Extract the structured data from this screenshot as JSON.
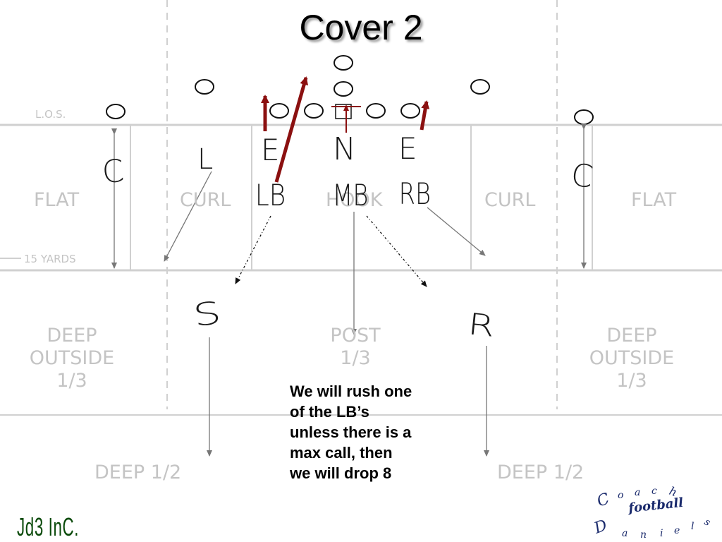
{
  "title": "Cover 2",
  "field_labels": {
    "los": "L.O.S.",
    "yards": "15 YARDS",
    "flat_left": "FLAT",
    "curl_left": "CURL",
    "hook": "HOOK",
    "curl_right": "CURL",
    "flat_right": "FLAT",
    "deep_outside_left": [
      "DEEP",
      "OUTSIDE",
      "1/3"
    ],
    "post": [
      "POST",
      "1/3"
    ],
    "deep_outside_right": [
      "DEEP",
      "OUTSIDE",
      "1/3"
    ],
    "deep_half_left": "DEEP 1/2",
    "deep_half_right": "DEEP 1/2"
  },
  "players": {
    "c_left": "C",
    "l": "L",
    "e_left": "E",
    "n": "N",
    "e_right": "E",
    "c_right": "C",
    "lb": "LB",
    "mb": "MB",
    "rb": "RB",
    "s": "S",
    "r": "R"
  },
  "note": "We will rush one of the LB’s unless there is a max call, then we will drop 8",
  "brand": "Jd3 InC.",
  "signature": {
    "coach": "Coach",
    "football": "football",
    "name": "Daniels"
  },
  "colors": {
    "rush_arrow": "#8b1010",
    "field_lines": "#cfcfcf",
    "brand_green": "#0a4a0a",
    "signature_navy": "#1a2a6c"
  }
}
